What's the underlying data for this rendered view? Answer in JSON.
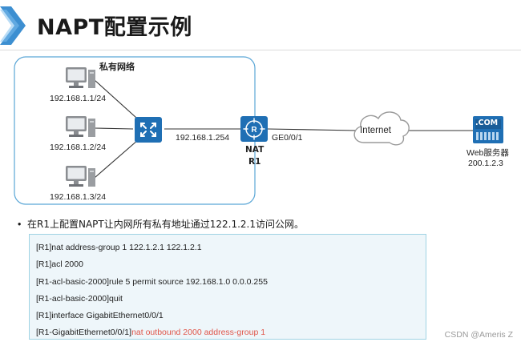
{
  "title": "NAPT配置示例",
  "diagram": {
    "private_network_label": "私有网络",
    "host1_ip": "192.168.1.1/24",
    "host2_ip": "192.168.1.2/24",
    "host3_ip": "192.168.1.3/24",
    "router_inside_ip": "192.168.1.254",
    "nat_label": "NAT",
    "router_name": "R1",
    "router_outside_interface": "GE0/0/1",
    "internet_label": "Internet",
    "server_badge": ".COM",
    "server_label": "Web服务器",
    "server_ip": "200.1.2.3"
  },
  "bullet": {
    "text": "在R1上配置NAPT让内网所有私有地址通过122.1.2.1访问公网。"
  },
  "config": {
    "line1": "[R1]nat address-group 1 122.1.2.1 122.1.2.1",
    "line2": "[R1]acl 2000",
    "line3": "[R1-acl-basic-2000]rule 5 permit source 192.168.1.0 0.0.0.255",
    "line4": "[R1-acl-basic-2000]quit",
    "line5": "[R1]interface GigabitEthernet0/0/1",
    "line6_prefix": "[R1-GigabitEthernet0/0/1]",
    "line6_highlight": "nat outbound 2000 address-group 1"
  },
  "colors": {
    "accent_blue": "#1f6fb4",
    "chevron_blue": "#3d8fd1",
    "highlight_red": "#e0564a",
    "box_border": "#9fd3e4",
    "box_fill": "#eef6fa"
  },
  "watermark": "CSDN @Ameris Z"
}
